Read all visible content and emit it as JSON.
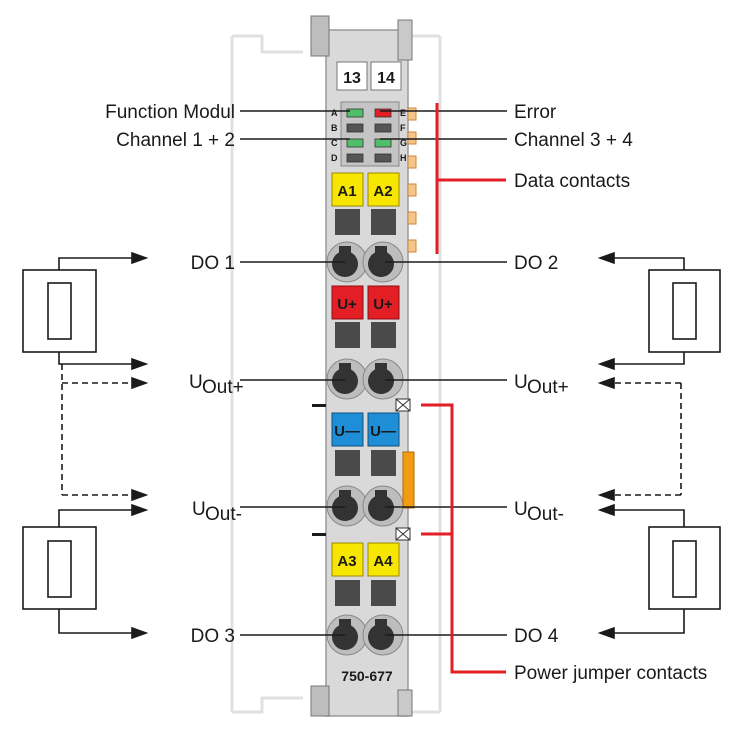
{
  "module": {
    "slot_left": "13",
    "slot_right": "14",
    "part_number": "750-677",
    "led_letters_left": [
      "A",
      "B",
      "C",
      "D"
    ],
    "led_letters_right": [
      "E",
      "F",
      "G",
      "H"
    ],
    "terminals": {
      "a1": "A1",
      "a2": "A2",
      "u_plus_1": "U+",
      "u_plus_2": "U+",
      "u_minus_1": "U—",
      "u_minus_2": "U—",
      "a3": "A3",
      "a4": "A4"
    }
  },
  "labels_left": {
    "function_modul": "Function Modul",
    "channel_12": "Channel 1 + 2",
    "do1": "DO 1",
    "uout_plus_main": "U",
    "uout_plus_sub": "Out+",
    "uout_minus_main": "U",
    "uout_minus_sub": "Out-",
    "do3": "DO 3"
  },
  "labels_right": {
    "error": "Error",
    "channel_34": "Channel 3 + 4",
    "data_contacts": "Data contacts",
    "do2": "DO 2",
    "uout_plus_main": "U",
    "uout_plus_sub": "Out+",
    "uout_minus_main": "U",
    "uout_minus_sub": "Out-",
    "do4": "DO 4",
    "power_jumper": "Power jumper contacts"
  },
  "colors": {
    "yellow": "#f7e600",
    "red": "#e31e24",
    "blue": "#1e8fd6",
    "orange": "#f39c12",
    "body": "#d9d9d9",
    "callout_red": "#e31e24"
  }
}
